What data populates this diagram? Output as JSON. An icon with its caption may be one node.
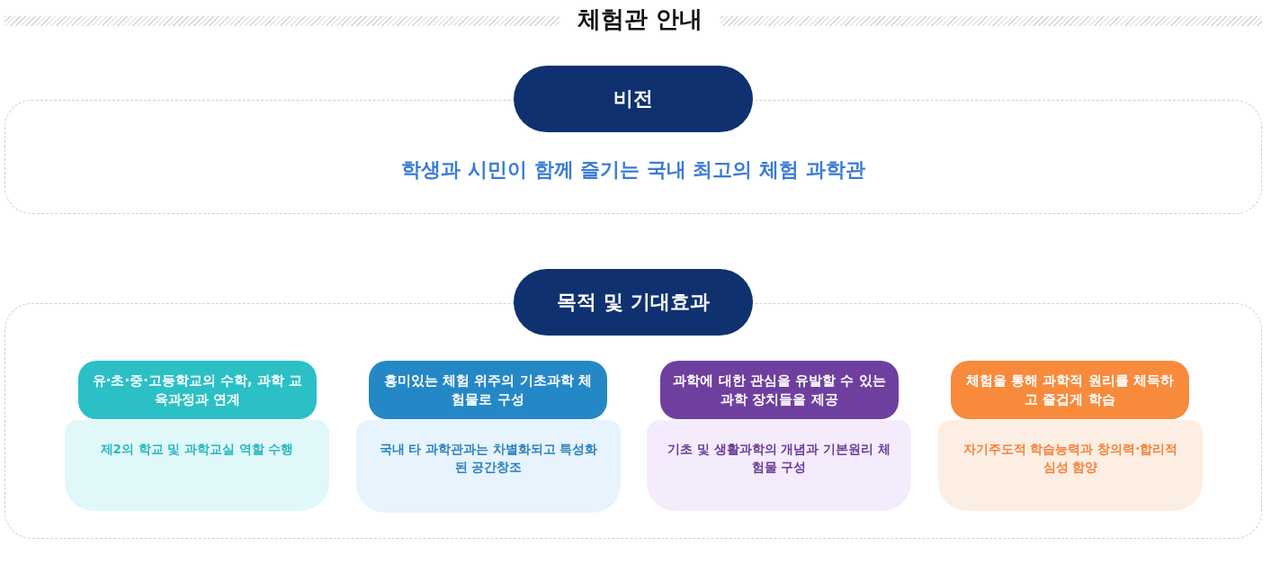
{
  "diagram": {
    "title": "체험관 안내",
    "nodes": [
      {
        "text": [
          "비전"
        ]
      },
      {
        "text": [
          "학생과 시민이 함께 즐기는 국내 최고의 체험 과학관"
        ]
      },
      {
        "text": [
          "목적 및 기대효과"
        ]
      },
      {
        "text": [],
        "shape": "box"
      },
      {
        "text": [
          "유·초·중·고등학교의 수학, 과학 교육과정과 연계"
        ],
        "in": 3
      },
      {
        "text": [
          "제2의 학교 및 과학교실 역할 수행"
        ],
        "in": 3
      },
      {
        "text": [
          "흥미있는 체험 위주의 기초과학 체험물로 구성"
        ],
        "in": 3
      },
      {
        "text": [
          "국내 타 과학관과는 차별화되고 특성화된 공간창조"
        ],
        "in": 3
      },
      {
        "text": [
          "과학에 대한 관심을 유발할 수 있는 과학 장치들을 제공"
        ],
        "in": 3
      },
      {
        "text": [
          "기초 및 생활과학의 개념과 기본원리 체험물 구성"
        ],
        "in": 3
      },
      {
        "text": [
          "체험을 통해 과학적 원리를 체득하고 즐겁게 학습"
        ],
        "in": 3
      },
      {
        "text": [
          "자기주도적 학습능력과 창의력·합리적 심성 함양"
        ],
        "in": 3
      }
    ]
  }
}
